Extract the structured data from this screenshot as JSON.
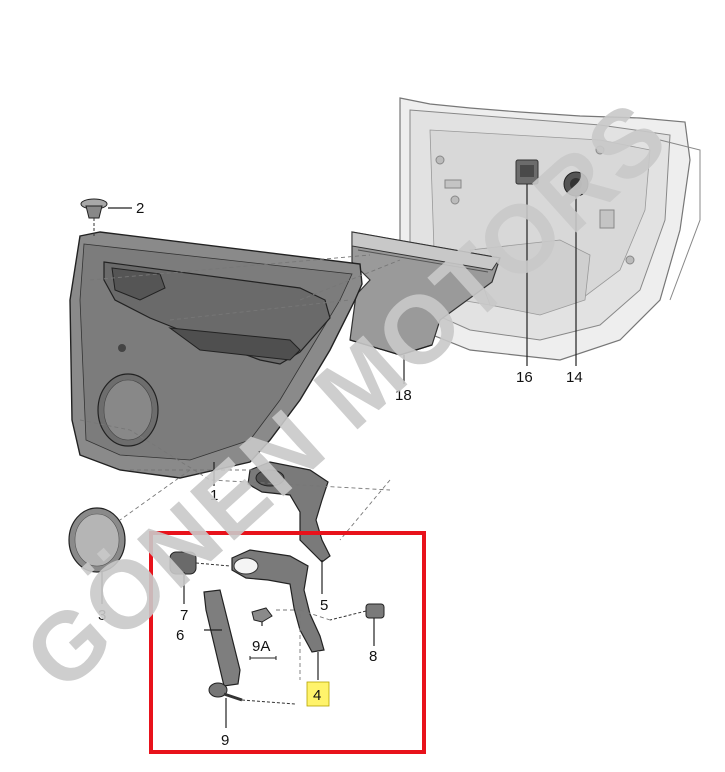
{
  "parts": {
    "p1": "1",
    "p2": "2",
    "p3": "3",
    "p4": "4",
    "p5": "5",
    "p6": "6",
    "p7": "7",
    "p8": "8",
    "p9": "9",
    "p9a": "9A",
    "p14": "14",
    "p16": "16",
    "p18": "18"
  },
  "highlighted_part": "4",
  "watermark": "GÖNEN MOTORS",
  "colors": {
    "highlight_box": "#e8121b",
    "highlight_label_fill": "#fff36b",
    "part_gray": "#8a8a8a",
    "part_dark": "#5e5e5e",
    "door_frame": "#e2e2e2",
    "watermark": "#c9c9c9"
  }
}
